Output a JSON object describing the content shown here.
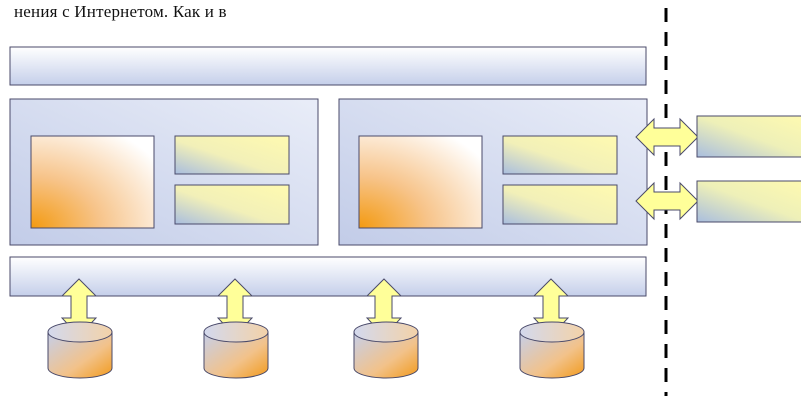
{
  "caption": "нения с Интернетом. Как и в",
  "colors": {
    "panel_border": "#4a4a6a",
    "panel_fill_light": "#ffffff",
    "panel_fill_tint": "#c9d3ec",
    "orange": "#f29a1c",
    "yellow": "#fbf8b0",
    "arrow_fill": "#ffff99",
    "dashed_line": "#000000"
  },
  "diagram": {
    "top_bar": "horizontal-bar",
    "app_panels": 2,
    "modules_per_panel": 1,
    "sub_blocks_per_panel": 2,
    "external_systems": 2,
    "databases": 4,
    "connector_style": "double-arrow",
    "boundary": "dashed-vertical-line"
  }
}
